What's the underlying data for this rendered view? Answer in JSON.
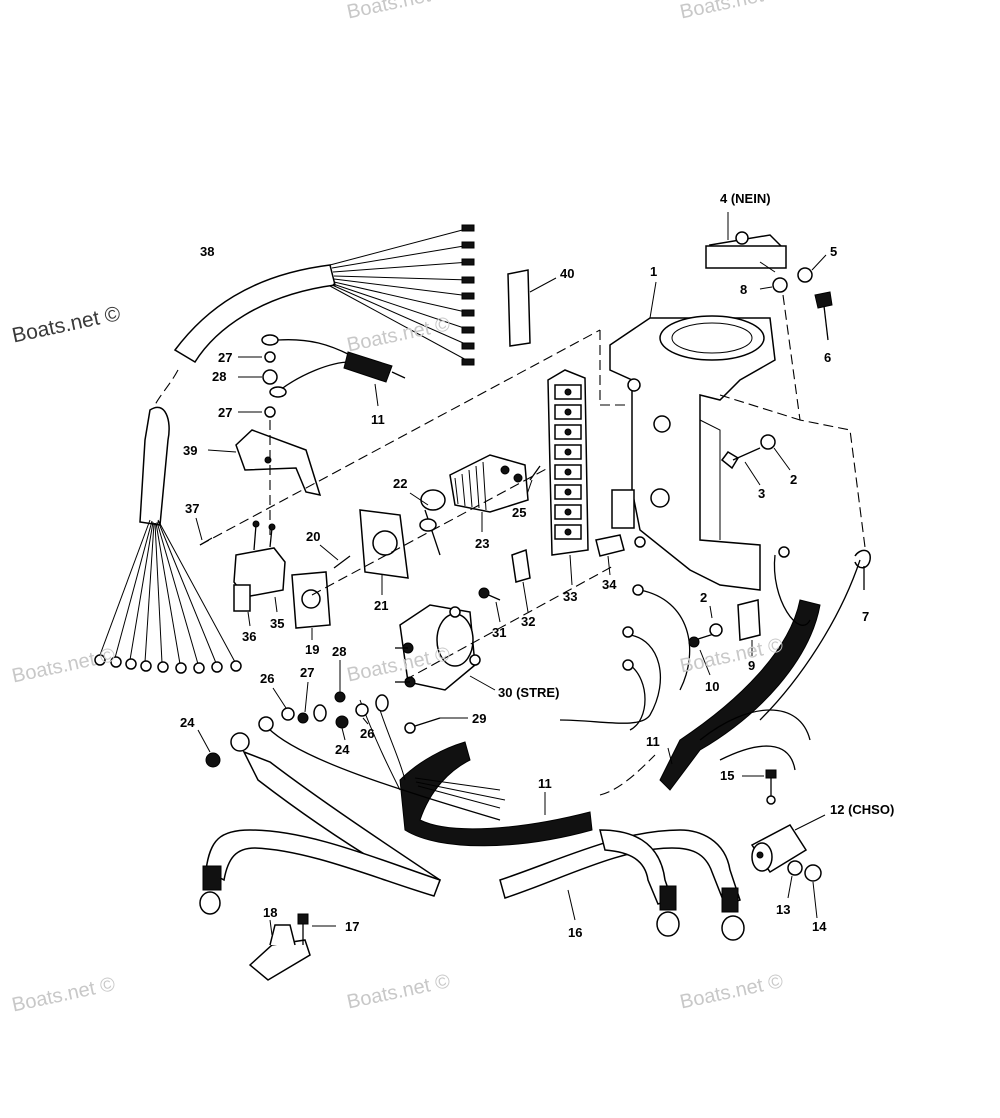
{
  "watermark": "Boats.net ©",
  "callouts": {
    "c1": "1",
    "c2a": "2",
    "c2b": "2",
    "c3": "3",
    "c4": "4 (NEIN)",
    "c5": "5",
    "c6": "6",
    "c7": "7",
    "c8": "8",
    "c9": "9",
    "c10": "10",
    "c11a": "11",
    "c11b": "11",
    "c11c": "11",
    "c12": "12 (CHSO)",
    "c13": "13",
    "c14": "14",
    "c15": "15",
    "c16": "16",
    "c17": "17",
    "c18": "18",
    "c19": "19",
    "c20": "20",
    "c21": "21",
    "c22": "22",
    "c23": "23",
    "c24a": "24",
    "c24b": "24",
    "c25": "25",
    "c26a": "26",
    "c26b": "26",
    "c27a": "27",
    "c27b": "27",
    "c27c": "27",
    "c28a": "28",
    "c28b": "28",
    "c29": "29",
    "c30": "30 (STRE)",
    "c31": "31",
    "c32": "32",
    "c33": "33",
    "c34": "34",
    "c35": "35",
    "c36": "36",
    "c37": "37",
    "c38": "38",
    "c39": "39",
    "c40": "40"
  }
}
